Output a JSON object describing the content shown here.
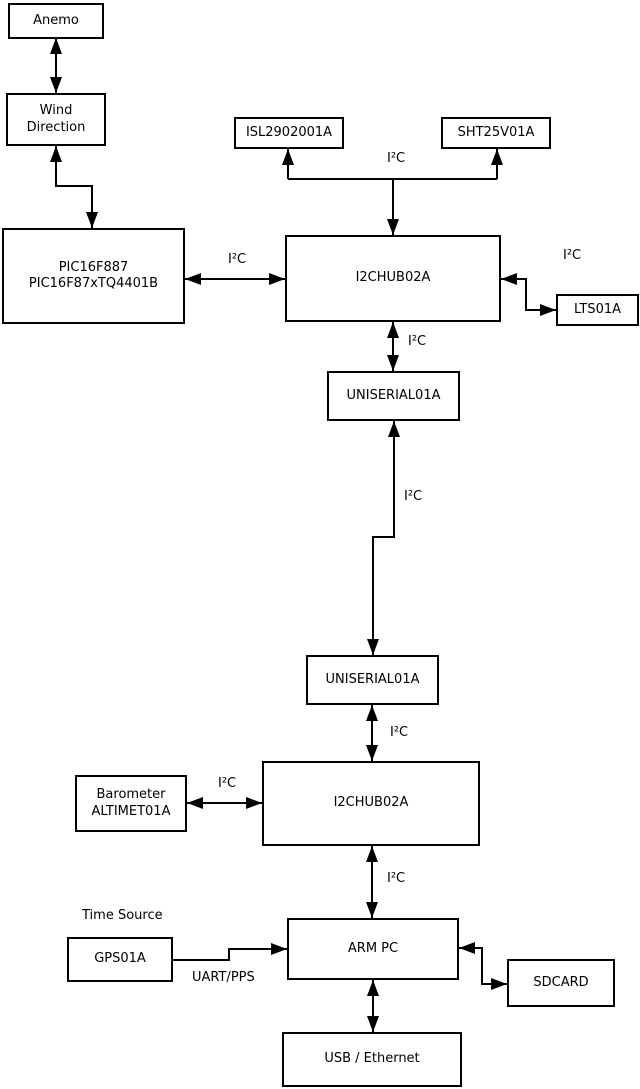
{
  "diagram": {
    "background_color": "#ffffff",
    "line_color": "#000000",
    "text_color": "#000000"
  },
  "nodes": {
    "anemo": {
      "label": "Anemo"
    },
    "wind_direction": {
      "label": "Wind\nDirection"
    },
    "pic": {
      "label": "PIC16F887\nPIC16F87xTQ4401B"
    },
    "isl": {
      "label": "ISL2902001A"
    },
    "sht": {
      "label": "SHT25V01A"
    },
    "i2chub_top": {
      "label": "I2CHUB02A"
    },
    "lts": {
      "label": "LTS01A"
    },
    "uniserial_top": {
      "label": "UNISERIAL01A"
    },
    "uniserial_bottom": {
      "label": "UNISERIAL01A"
    },
    "barometer": {
      "label": "Barometer\nALTIMET01A"
    },
    "i2chub_bottom": {
      "label": "I2CHUB02A"
    },
    "gps": {
      "label": "GPS01A"
    },
    "arm_pc": {
      "label": "ARM PC"
    },
    "sdcard": {
      "label": "SDCARD"
    },
    "usb_ethernet": {
      "label": "USB / Ethernet"
    }
  },
  "edge_labels": {
    "i2c_top_bus": "I²C",
    "i2c_pic_hub": "I²C",
    "i2c_hub_lts": "I²C",
    "i2c_hub_uni": "I²C",
    "i2c_long": "I²C",
    "i2c_uni_hub2": "I²C",
    "i2c_baro_hub": "I²C",
    "i2c_hub2_arm": "I²C",
    "time_source": "Time Source",
    "uart_pps": "UART/PPS"
  }
}
